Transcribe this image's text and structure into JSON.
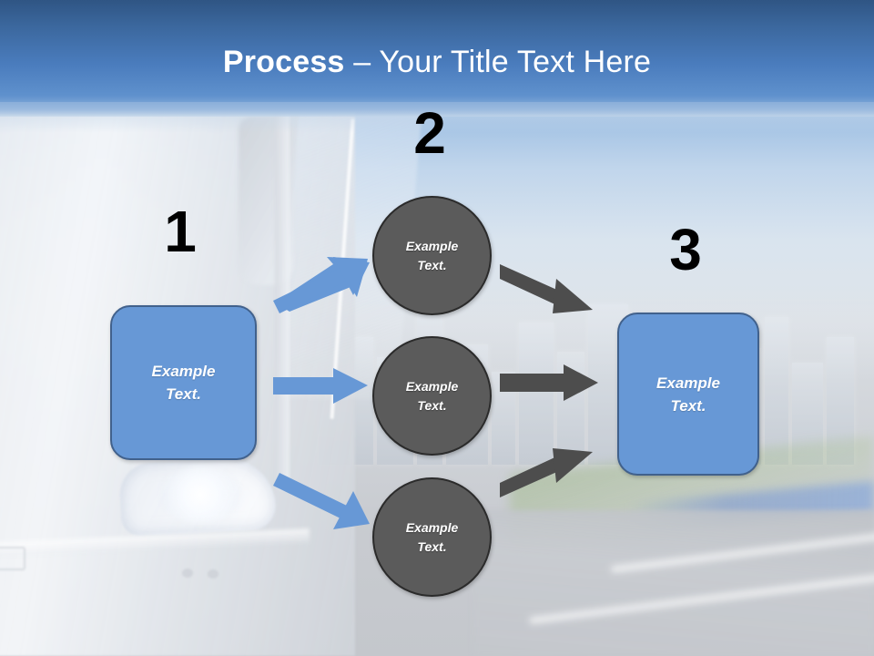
{
  "slide": {
    "title_bold": "Process",
    "title_rest": " – Your Title Text Here",
    "background_description": "faded photo of a truck front and a city highway"
  },
  "colors": {
    "title_band_top": "#2f5584",
    "title_band_bottom": "#5f91cd",
    "blue_shape_fill": "#6798d6",
    "blue_shape_stroke": "#41618c",
    "grey_circle_fill": "#5b5b5b",
    "grey_circle_stroke": "#2b2b2b",
    "blue_arrow": "#6798d6",
    "grey_arrow": "#4d4d4d",
    "number_color": "#000000",
    "shape_text_color": "#ffffff"
  },
  "steps": [
    {
      "number": "1",
      "label": "Example\nText."
    },
    {
      "number": "2",
      "label": "Example\nText."
    },
    {
      "number": "3",
      "label": "Example\nText."
    }
  ],
  "stage1": {
    "number": "1",
    "box_label": "Example\nText."
  },
  "stage2": {
    "number": "2",
    "circles": [
      {
        "label": "Example\nText."
      },
      {
        "label": "Example\nText."
      },
      {
        "label": "Example\nText."
      }
    ]
  },
  "stage3": {
    "number": "3",
    "box_label": "Example\nText."
  },
  "arrows": {
    "blue": [
      {
        "name": "arrow-box-to-circle-1",
        "direction": "up-right"
      },
      {
        "name": "arrow-box-to-circle-2",
        "direction": "right"
      },
      {
        "name": "arrow-box-to-circle-3",
        "direction": "down-right"
      }
    ],
    "grey": [
      {
        "name": "arrow-circle-1-to-box",
        "direction": "down-right"
      },
      {
        "name": "arrow-circle-2-to-box",
        "direction": "right"
      },
      {
        "name": "arrow-circle-3-to-box",
        "direction": "up-right"
      }
    ]
  }
}
